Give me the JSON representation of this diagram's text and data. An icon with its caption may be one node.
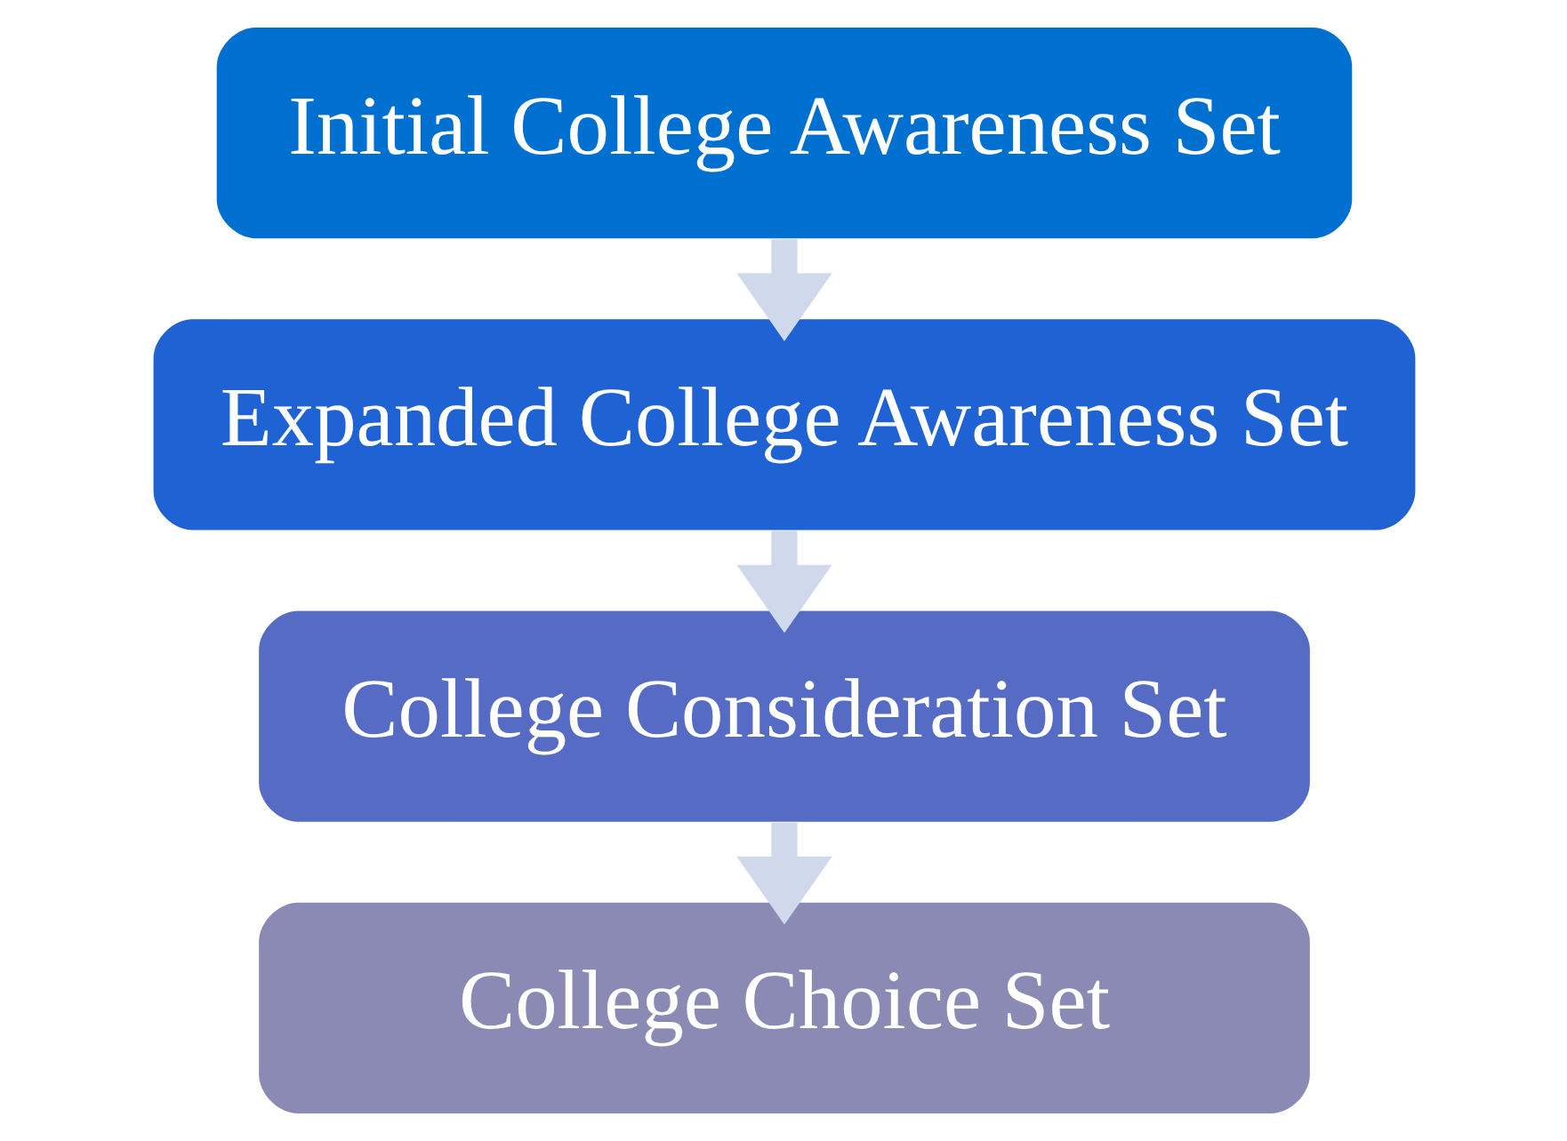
{
  "diagram": {
    "nodes": [
      {
        "text": [
          "Initial College Awareness Set"
        ]
      },
      {
        "text": [
          "Expanded College Awareness Set"
        ]
      },
      {
        "text": [
          "College Consideration Set"
        ]
      },
      {
        "text": [
          "College Choice Set"
        ]
      }
    ],
    "edges": [
      {
        "from": 0,
        "to": 1,
        "arrow": "to"
      },
      {
        "from": 1,
        "to": 2,
        "arrow": "to"
      },
      {
        "from": 2,
        "to": 3,
        "arrow": "to"
      }
    ]
  }
}
